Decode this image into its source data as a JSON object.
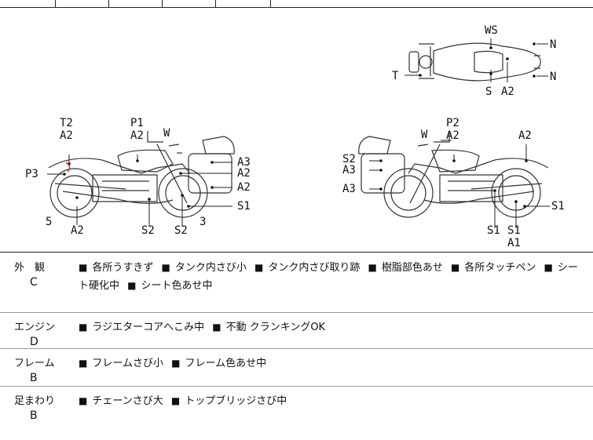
{
  "diagram": {
    "top_view_labels": [
      "WS",
      "N",
      "T",
      "N",
      "S",
      "A2"
    ],
    "left_side_labels": [
      "T2",
      "A2",
      "P1",
      "A2",
      "W",
      "P3",
      "A3",
      "A2",
      "A2",
      "S1",
      "5",
      "A2",
      "S2",
      "S2",
      "3"
    ],
    "right_side_labels": [
      "W",
      "P2",
      "A2",
      "A2",
      "S2",
      "A3",
      "A3",
      "S1",
      "S1",
      "S1",
      "A1"
    ]
  },
  "sections": [
    {
      "category": "外　観",
      "grade": "C",
      "items": [
        "各所うすきず",
        "タンク内さび小",
        "タンク内さび取り跡",
        "樹脂部色あせ",
        "各所タッチペン",
        "シート硬化中",
        "シート色あせ中"
      ]
    },
    {
      "category": "エンジン",
      "grade": "D",
      "items": [
        "ラジエターコアへこみ中",
        "不動 クランキングOK"
      ]
    },
    {
      "category": "フレーム",
      "grade": "B",
      "items": [
        "フレームさび小",
        "フレーム色あせ中"
      ]
    },
    {
      "category": "足まわり",
      "grade": "B",
      "items": [
        "チェーンさび大",
        "トップブリッジさび中"
      ]
    }
  ]
}
